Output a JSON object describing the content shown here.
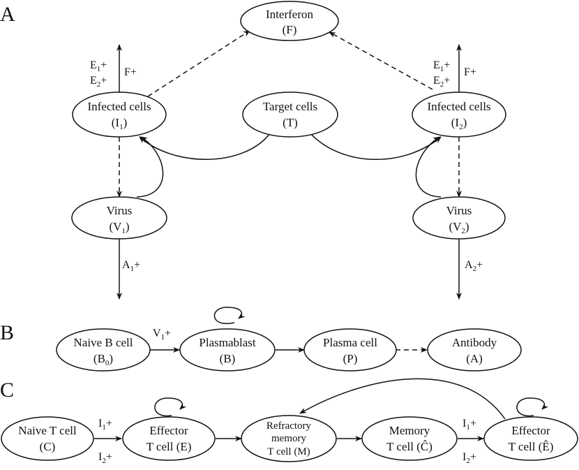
{
  "panels": {
    "a": "A",
    "b": "B",
    "c": "C"
  },
  "nodes": {
    "interferon": {
      "line1": "Interferon",
      "line2": "(F)"
    },
    "infected1": {
      "line1": "Infected cells",
      "line2_main": "(I",
      "line2_sub": "1",
      "line2_end": ")"
    },
    "target": {
      "line1": "Target cells",
      "line2": "(T)"
    },
    "infected2": {
      "line1": "Infected cells",
      "line2_main": "(I",
      "line2_sub": "2",
      "line2_end": ")"
    },
    "virus1": {
      "line1": "Virus",
      "line2_main": "(V",
      "line2_sub": "1",
      "line2_end": ")"
    },
    "virus2": {
      "line1": "Virus",
      "line2_main": "(V",
      "line2_sub": "2",
      "line2_end": ")"
    },
    "naive_b": {
      "line1": "Naive B cell",
      "line2_main": "(B",
      "line2_sub": "0",
      "line2_end": ")"
    },
    "plasmablast": {
      "line1": "Plasmablast",
      "line2": "(B)"
    },
    "plasma": {
      "line1": "Plasma cell",
      "line2": "(P)"
    },
    "antibody": {
      "line1": "Antibody",
      "line2": "(A)"
    },
    "naive_t": {
      "line1": "Naive T cell",
      "line2": "(C)"
    },
    "effector_t": {
      "line1": "Effector",
      "line2": "T cell (E)"
    },
    "refractory": {
      "line1": "Refractory",
      "line2": "memory",
      "line3": "T cell (M)"
    },
    "memory_t": {
      "line1": "Memory",
      "line2": "T cell (Ĉ)"
    },
    "effector_t2": {
      "line1": "Effector",
      "line2": "T cell (Ê)"
    }
  },
  "edge_labels": {
    "e1_left": {
      "main": "E",
      "sub": "1",
      "end": "+"
    },
    "e2_left": {
      "main": "E",
      "sub": "2",
      "end": "+"
    },
    "f_left": "F+",
    "e1_right": {
      "main": "E",
      "sub": "1",
      "end": "+"
    },
    "e2_right": {
      "main": "E",
      "sub": "2",
      "end": "+"
    },
    "f_right": "F+",
    "a1": {
      "main": "A",
      "sub": "1",
      "end": "+"
    },
    "a2": {
      "main": "A",
      "sub": "2",
      "end": "+"
    },
    "v1": {
      "main": "V",
      "sub": "1",
      "end": "+"
    },
    "i1_left": {
      "main": "I",
      "sub": "1",
      "end": "+"
    },
    "i2_left": {
      "main": "I",
      "sub": "2",
      "end": "+"
    },
    "i1_right": {
      "main": "I",
      "sub": "1",
      "end": "+"
    },
    "i2_right": {
      "main": "I",
      "sub": "2",
      "end": "+"
    }
  }
}
